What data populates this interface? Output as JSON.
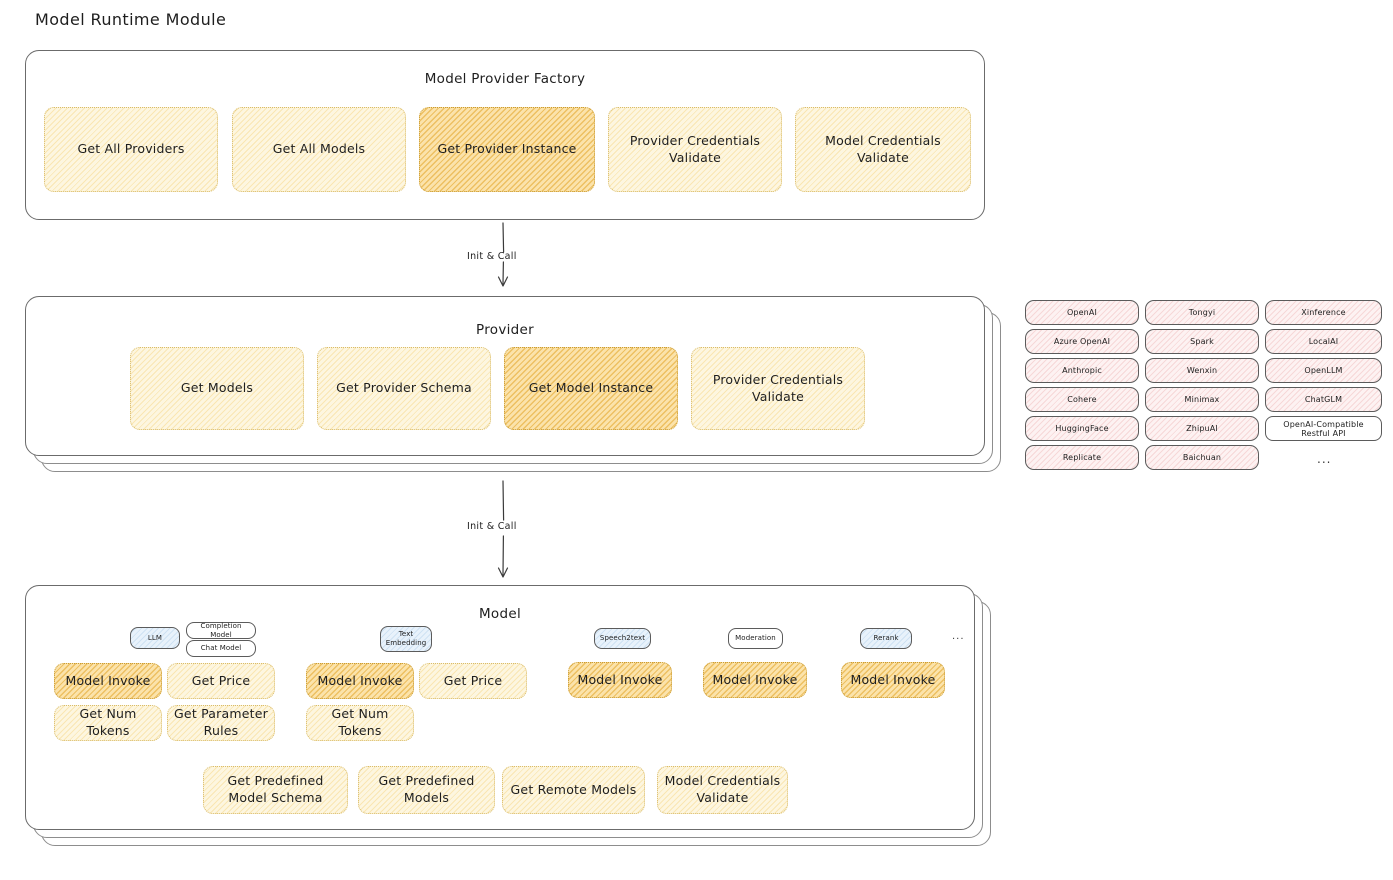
{
  "page": {
    "title": "Model Runtime Module"
  },
  "arrows": [
    {
      "label": "Init & Call"
    },
    {
      "label": "Init & Call"
    }
  ],
  "factory": {
    "title": "Model Provider Factory",
    "nodes": [
      {
        "label": "Get All Providers",
        "style": "yellow"
      },
      {
        "label": "Get All Models",
        "style": "yellow"
      },
      {
        "label": "Get Provider Instance",
        "style": "amber"
      },
      {
        "label": "Provider Credentials Validate",
        "style": "yellow"
      },
      {
        "label": "Model Credentials Validate",
        "style": "yellow"
      }
    ]
  },
  "provider": {
    "title": "Provider",
    "nodes": [
      {
        "label": "Get Models",
        "style": "yellow"
      },
      {
        "label": "Get Provider Schema",
        "style": "yellow"
      },
      {
        "label": "Get Model Instance",
        "style": "amber"
      },
      {
        "label": "Provider Credentials Validate",
        "style": "yellow"
      }
    ]
  },
  "provider_list": {
    "columns": [
      {
        "items": [
          {
            "label": "OpenAI"
          },
          {
            "label": "Azure OpenAI"
          },
          {
            "label": "Anthropic"
          },
          {
            "label": "Cohere"
          },
          {
            "label": "HuggingFace"
          },
          {
            "label": "Replicate"
          }
        ]
      },
      {
        "items": [
          {
            "label": "Tongyi"
          },
          {
            "label": "Spark"
          },
          {
            "label": "Wenxin"
          },
          {
            "label": "Minimax"
          },
          {
            "label": "ZhipuAI"
          },
          {
            "label": "Baichuan"
          }
        ]
      },
      {
        "items": [
          {
            "label": "Xinference"
          },
          {
            "label": "LocalAI"
          },
          {
            "label": "OpenLLM"
          },
          {
            "label": "ChatGLM"
          },
          {
            "label": "OpenAI-Compatible Restful API"
          }
        ]
      }
    ],
    "more": "..."
  },
  "model": {
    "title": "Model",
    "more": "...",
    "badges": [
      {
        "label": "LLM",
        "style": "blue"
      },
      {
        "label": "Completion Model",
        "style": "white"
      },
      {
        "label": "Chat Model",
        "style": "white"
      },
      {
        "label": "Text Embedding",
        "style": "blue"
      },
      {
        "label": "Speech2text",
        "style": "blue"
      },
      {
        "label": "Moderation",
        "style": "white"
      },
      {
        "label": "Rerank",
        "style": "blue"
      }
    ],
    "nodes": [
      {
        "label": "Model Invoke",
        "style": "amber"
      },
      {
        "label": "Get Price",
        "style": "yellow"
      },
      {
        "label": "Get Num Tokens",
        "style": "yellow"
      },
      {
        "label": "Get Parameter Rules",
        "style": "yellow"
      },
      {
        "label": "Model Invoke",
        "style": "amber"
      },
      {
        "label": "Get Price",
        "style": "yellow"
      },
      {
        "label": "Get Num Tokens",
        "style": "yellow"
      },
      {
        "label": "Model Invoke",
        "style": "amber"
      },
      {
        "label": "Model Invoke",
        "style": "amber"
      },
      {
        "label": "Model Invoke",
        "style": "amber"
      }
    ],
    "shared_nodes": [
      {
        "label": "Get Predefined Model Schema",
        "style": "yellow"
      },
      {
        "label": "Get Predefined Models",
        "style": "yellow"
      },
      {
        "label": "Get Remote Models",
        "style": "yellow"
      },
      {
        "label": "Model Credentials Validate",
        "style": "yellow"
      }
    ]
  },
  "colors": {
    "accent_yellow": "#fdf6e0",
    "accent_amber": "#fbe3ab",
    "accent_pink": "#fdf2f2",
    "accent_blue": "#e8f2fb",
    "stroke": "#6b6b6b",
    "text": "#1e1e1e"
  }
}
